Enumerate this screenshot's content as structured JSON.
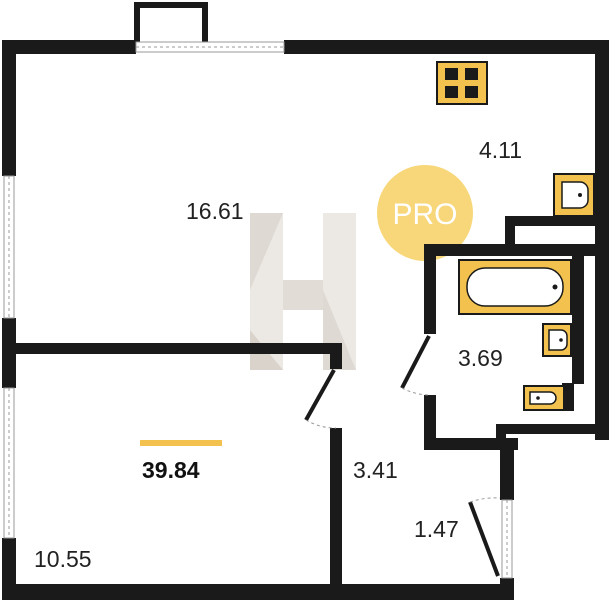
{
  "plan": {
    "total_area": "39.84",
    "rooms": [
      {
        "name": "room-living",
        "area": "16.61"
      },
      {
        "name": "room-kitchen",
        "area": "4.11"
      },
      {
        "name": "room-bathroom",
        "area": "3.69"
      },
      {
        "name": "room-hall",
        "area": "3.41"
      },
      {
        "name": "room-entry",
        "area": "1.47"
      },
      {
        "name": "room-bedroom",
        "area": "10.55"
      }
    ],
    "badge": "PRO"
  },
  "colors": {
    "wall": "#1a1a1a",
    "fixture": "#f2c14e",
    "accent_bar": "#f2c14e",
    "badge": "#f7d77a",
    "watermark": "#e6e1db"
  },
  "icons": [
    "stove-icon",
    "sink-icon",
    "bathtub-icon",
    "washbasin-icon",
    "toilet-icon",
    "watermark-logo"
  ]
}
